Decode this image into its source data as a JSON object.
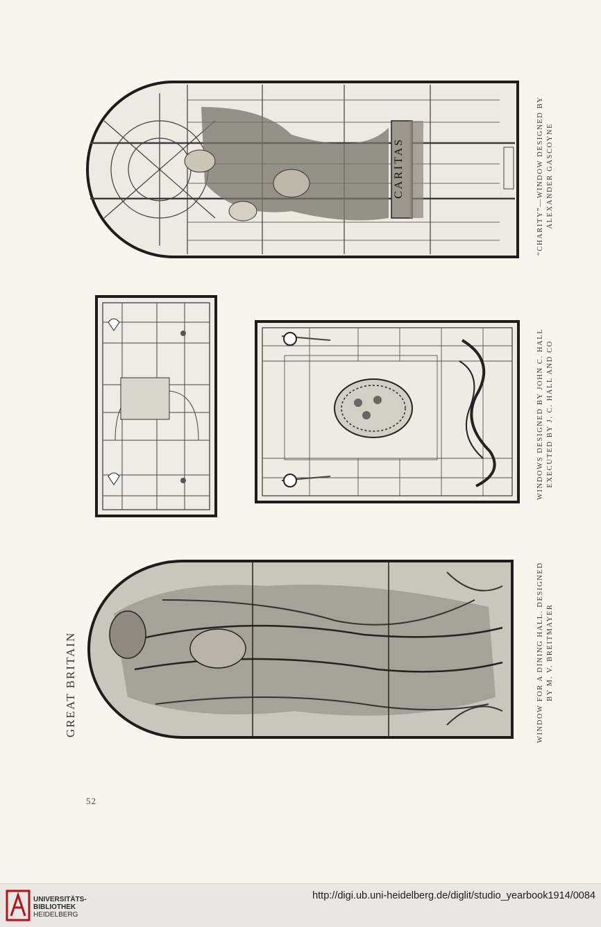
{
  "running_head": "GREAT BRITAIN",
  "page_number": "52",
  "captions": {
    "charity": {
      "line1": "“CHARITY”—WINDOW DESIGNED BY",
      "line2": "ALEXANDER GASCOYNE"
    },
    "hall": {
      "line1": "WINDOWS DESIGNED BY JOHN C. HALL",
      "line2": "EXECUTED BY J. C. HALL AND CO"
    },
    "dining": {
      "line1": "WINDOW FOR A DINING HALL. DESIGNED",
      "line2": "BY M. V. BREITMAYER"
    }
  },
  "window_inscription": "CARITAS",
  "footer": {
    "logo_line1": "UNIVERSITÄTS-",
    "logo_line2": "BIBLIOTHEK",
    "logo_line3": "HEIDELBERG",
    "url": "http://digi.ub.uni-heidelberg.de/diglit/studio_yearbook1914/0084"
  }
}
